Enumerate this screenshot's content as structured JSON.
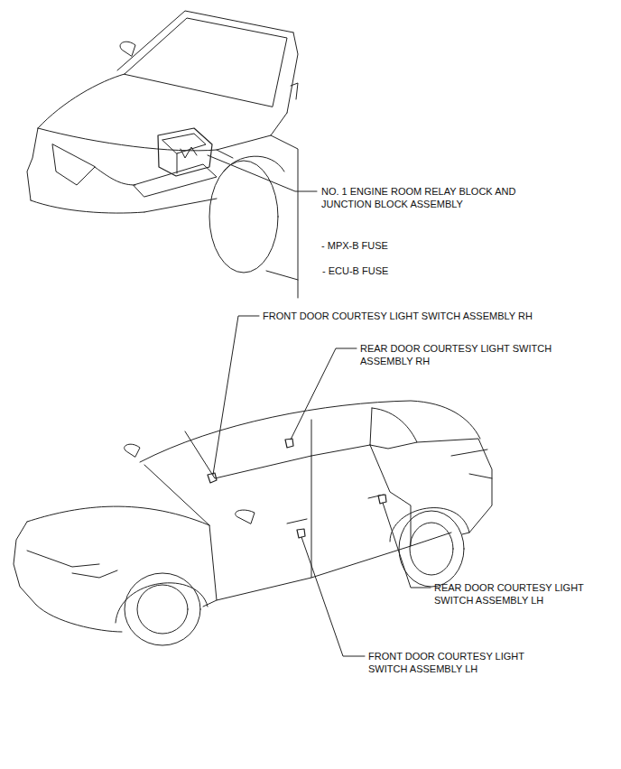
{
  "diagram": {
    "labels": [
      "NO. 1 ENGINE ROOM RELAY BLOCK AND JUNCTION BLOCK ASSEMBLY",
      "- MPX-B FUSE",
      "- ECU-B FUSE",
      "FRONT DOOR COURTESY LIGHT SWITCH ASSEMBLY RH",
      "REAR DOOR COURTESY LIGHT SWITCH ASSEMBLY RH",
      "REAR DOOR COURTESY LIGHT SWITCH ASSEMBLY LH",
      "FRONT DOOR COURTESY LIGHT SWITCH ASSEMBLY LH"
    ]
  }
}
